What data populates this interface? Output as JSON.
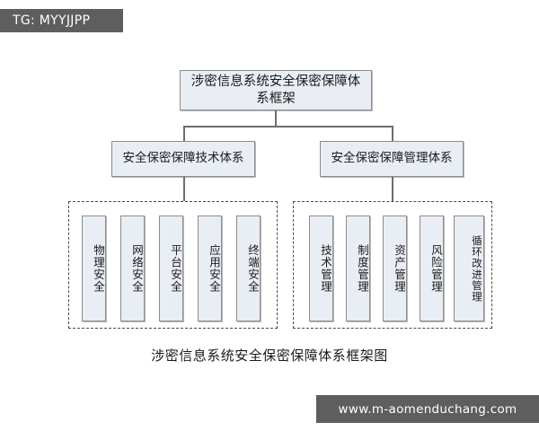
{
  "watermarks": {
    "top_left": "TG: MYYJJPP",
    "bottom_right": "www.m-aomenduchang.com"
  },
  "diagram": {
    "root": {
      "label": "涉密信息系统安全保密保障体系框架"
    },
    "branches": [
      {
        "id": "tech-system",
        "label": "安全保密保障技术体系"
      },
      {
        "id": "mgmt-system",
        "label": "安全保密保障管理体系"
      }
    ],
    "tech_leaves": [
      {
        "label": "物理安全"
      },
      {
        "label": "网络安全"
      },
      {
        "label": "平台安全"
      },
      {
        "label": "应用安全"
      },
      {
        "label": "终端安全"
      }
    ],
    "mgmt_leaves": [
      {
        "label": "技术管理"
      },
      {
        "label": "制度管理"
      },
      {
        "label": "资产管理"
      },
      {
        "label": "风险管理"
      },
      {
        "label": "循环改进管理"
      }
    ],
    "caption": "涉密信息系统安全保密保障体系框架图"
  },
  "colors": {
    "node_fill": "#e9edf4",
    "node_border": "#8c8c8c",
    "group_border": "#4a4a4a",
    "connector": "#6d6d6d",
    "watermark_bg": "#5e5e5e",
    "watermark_text": "#ffffff",
    "page_bg": "#ffffff"
  }
}
